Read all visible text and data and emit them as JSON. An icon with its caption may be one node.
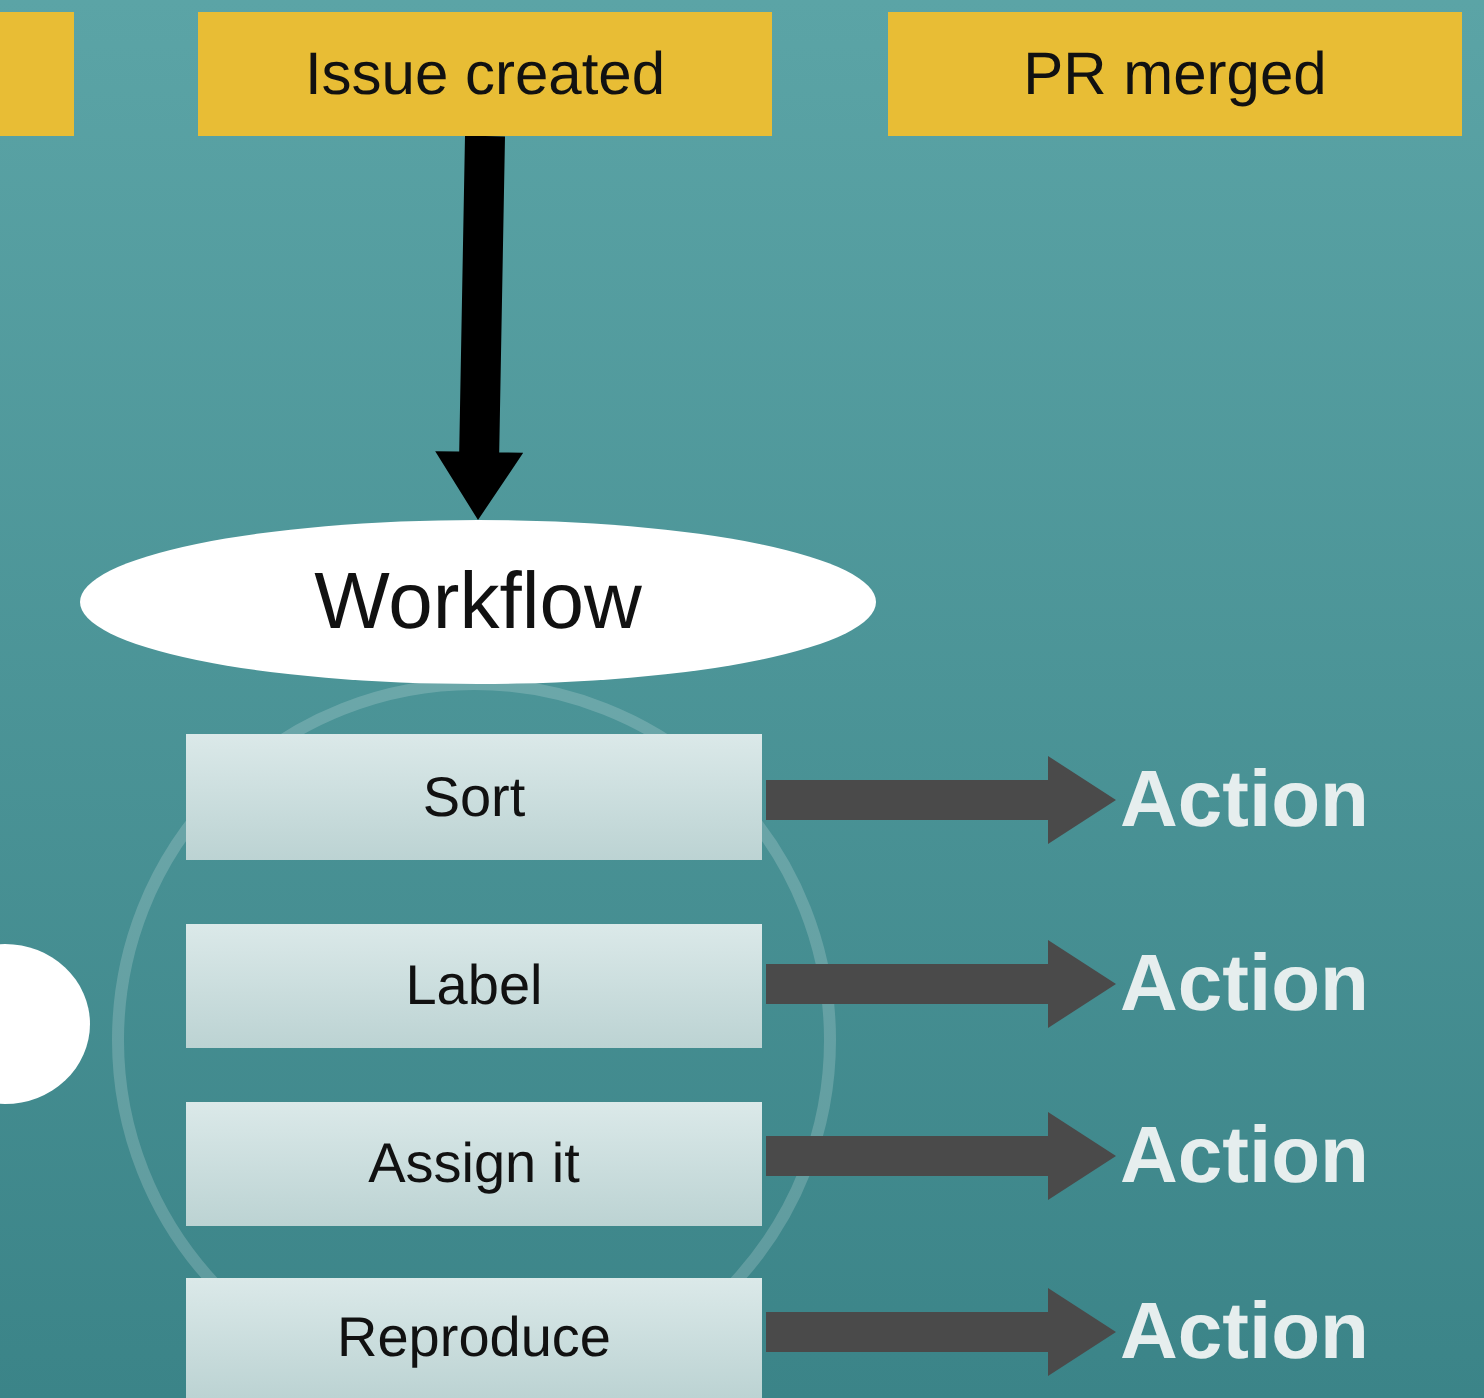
{
  "diagram": {
    "nodes": [
      {
        "text": [],
        "shape": "box"
      },
      {
        "text": [
          "Issue created"
        ]
      },
      {
        "text": [
          "PR merged"
        ]
      },
      {
        "text": [
          "Workflow"
        ]
      },
      {
        "text": [
          "Sort"
        ]
      },
      {
        "text": [
          "Action"
        ]
      },
      {
        "text": [],
        "shape": "ellipse"
      },
      {
        "text": [
          "Label"
        ]
      },
      {
        "text": [
          "Action"
        ]
      },
      {
        "text": [
          "Assign it"
        ]
      },
      {
        "text": [
          "Action"
        ]
      },
      {
        "text": [
          "Reproduce"
        ]
      },
      {
        "text": [
          "Action"
        ]
      }
    ],
    "edges": [
      {
        "from": 1,
        "to": 3,
        "arrow": "to",
        "style": "thick",
        "color": "#000000"
      },
      {
        "from": 4,
        "to": 5,
        "arrow": "to",
        "style": "thick"
      },
      {
        "from": 7,
        "to": 8,
        "arrow": "to",
        "style": "thick"
      },
      {
        "from": 9,
        "to": 10,
        "arrow": "to",
        "style": "thick"
      },
      {
        "from": 11,
        "to": 12,
        "arrow": "to",
        "style": "thick"
      }
    ]
  }
}
